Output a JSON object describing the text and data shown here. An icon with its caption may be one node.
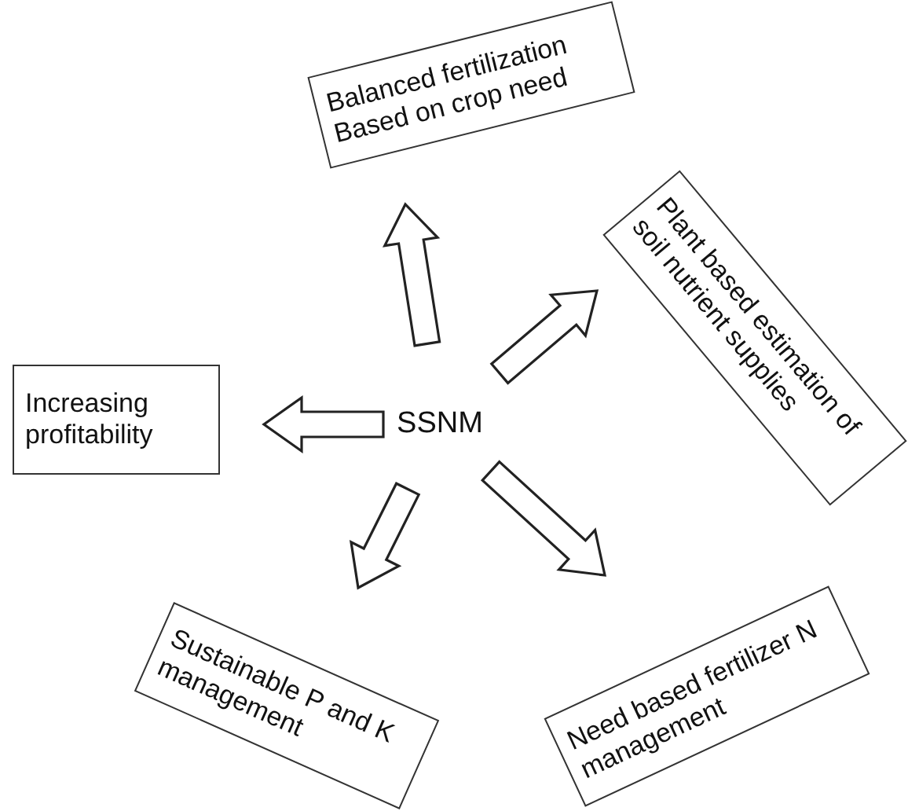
{
  "diagram": {
    "nodes": [
      {
        "text": [
          "SSNM"
        ]
      },
      {
        "text": [
          "Balanced fertilization Based on crop need"
        ]
      },
      {
        "text": [
          "Plant based estimation of soil nutrient supplies"
        ]
      },
      {
        "text": [
          "Increasing profitability"
        ]
      },
      {
        "text": [
          "Sustainable P and K management"
        ]
      },
      {
        "text": [
          "Need based fertilizer N management"
        ]
      }
    ],
    "edges": [
      {
        "from": 0,
        "to": 1,
        "arrow": "to"
      },
      {
        "from": 0,
        "to": 2,
        "arrow": "to"
      },
      {
        "from": 0,
        "to": 3,
        "arrow": "to"
      },
      {
        "from": 0,
        "to": 4,
        "arrow": "to"
      },
      {
        "from": 0,
        "to": 5,
        "arrow": "to"
      }
    ]
  }
}
